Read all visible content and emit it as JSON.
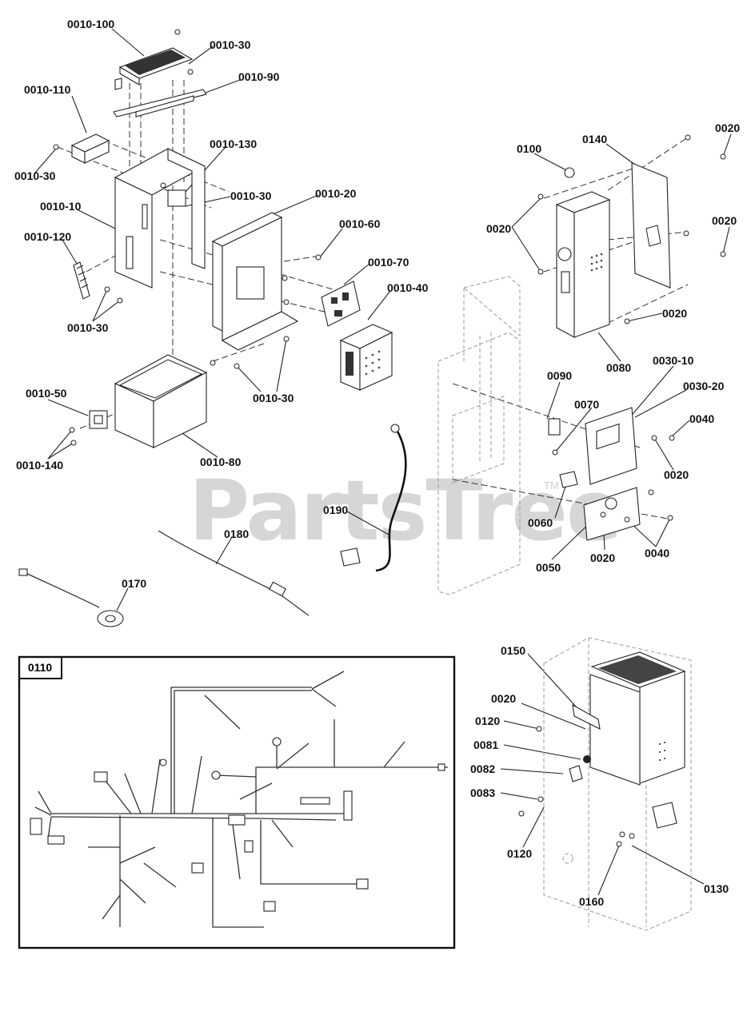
{
  "watermark": {
    "brand": "PartsTree",
    "mark": "TM"
  },
  "inset": {
    "label": "0110"
  },
  "callouts": [
    {
      "id": "c-0010-100",
      "text": "0010-100"
    },
    {
      "id": "c-0010-30-a",
      "text": "0010-30"
    },
    {
      "id": "c-0010-90",
      "text": "0010-90"
    },
    {
      "id": "c-0010-110",
      "text": "0010-110"
    },
    {
      "id": "c-0010-30-b",
      "text": "0010-30"
    },
    {
      "id": "c-0010-130",
      "text": "0010-130"
    },
    {
      "id": "c-0010-10",
      "text": "0010-10"
    },
    {
      "id": "c-0010-30-c",
      "text": "0010-30"
    },
    {
      "id": "c-0010-20",
      "text": "0010-20"
    },
    {
      "id": "c-0010-60",
      "text": "0010-60"
    },
    {
      "id": "c-0010-120",
      "text": "0010-120"
    },
    {
      "id": "c-0010-70",
      "text": "0010-70"
    },
    {
      "id": "c-0010-40",
      "text": "0010-40"
    },
    {
      "id": "c-0010-30-d",
      "text": "0010-30"
    },
    {
      "id": "c-0010-30-e",
      "text": "0010-30"
    },
    {
      "id": "c-0010-50",
      "text": "0010-50"
    },
    {
      "id": "c-0010-140",
      "text": "0010-140"
    },
    {
      "id": "c-0010-80",
      "text": "0010-80"
    },
    {
      "id": "c-0180",
      "text": "0180"
    },
    {
      "id": "c-0170",
      "text": "0170"
    },
    {
      "id": "c-0190",
      "text": "0190"
    },
    {
      "id": "c-0100",
      "text": "0100"
    },
    {
      "id": "c-0140",
      "text": "0140"
    },
    {
      "id": "c-0020-a",
      "text": "0020"
    },
    {
      "id": "c-0020-b",
      "text": "0020"
    },
    {
      "id": "c-0020-c",
      "text": "0020"
    },
    {
      "id": "c-0020-d",
      "text": "0020"
    },
    {
      "id": "c-0080",
      "text": "0080"
    },
    {
      "id": "c-0090",
      "text": "0090"
    },
    {
      "id": "c-0030-10",
      "text": "0030-10"
    },
    {
      "id": "c-0030-20",
      "text": "0030-20"
    },
    {
      "id": "c-0070",
      "text": "0070"
    },
    {
      "id": "c-0040-a",
      "text": "0040"
    },
    {
      "id": "c-0020-e",
      "text": "0020"
    },
    {
      "id": "c-0060",
      "text": "0060"
    },
    {
      "id": "c-0040-b",
      "text": "0040"
    },
    {
      "id": "c-0020-f",
      "text": "0020"
    },
    {
      "id": "c-0050",
      "text": "0050"
    },
    {
      "id": "c-0150",
      "text": "0150"
    },
    {
      "id": "c-0020-g",
      "text": "0020"
    },
    {
      "id": "c-0120-a",
      "text": "0120"
    },
    {
      "id": "c-0081",
      "text": "0081"
    },
    {
      "id": "c-0082",
      "text": "0082"
    },
    {
      "id": "c-0083",
      "text": "0083"
    },
    {
      "id": "c-0120-b",
      "text": "0120"
    },
    {
      "id": "c-0160",
      "text": "0160"
    },
    {
      "id": "c-0130",
      "text": "0130"
    }
  ]
}
